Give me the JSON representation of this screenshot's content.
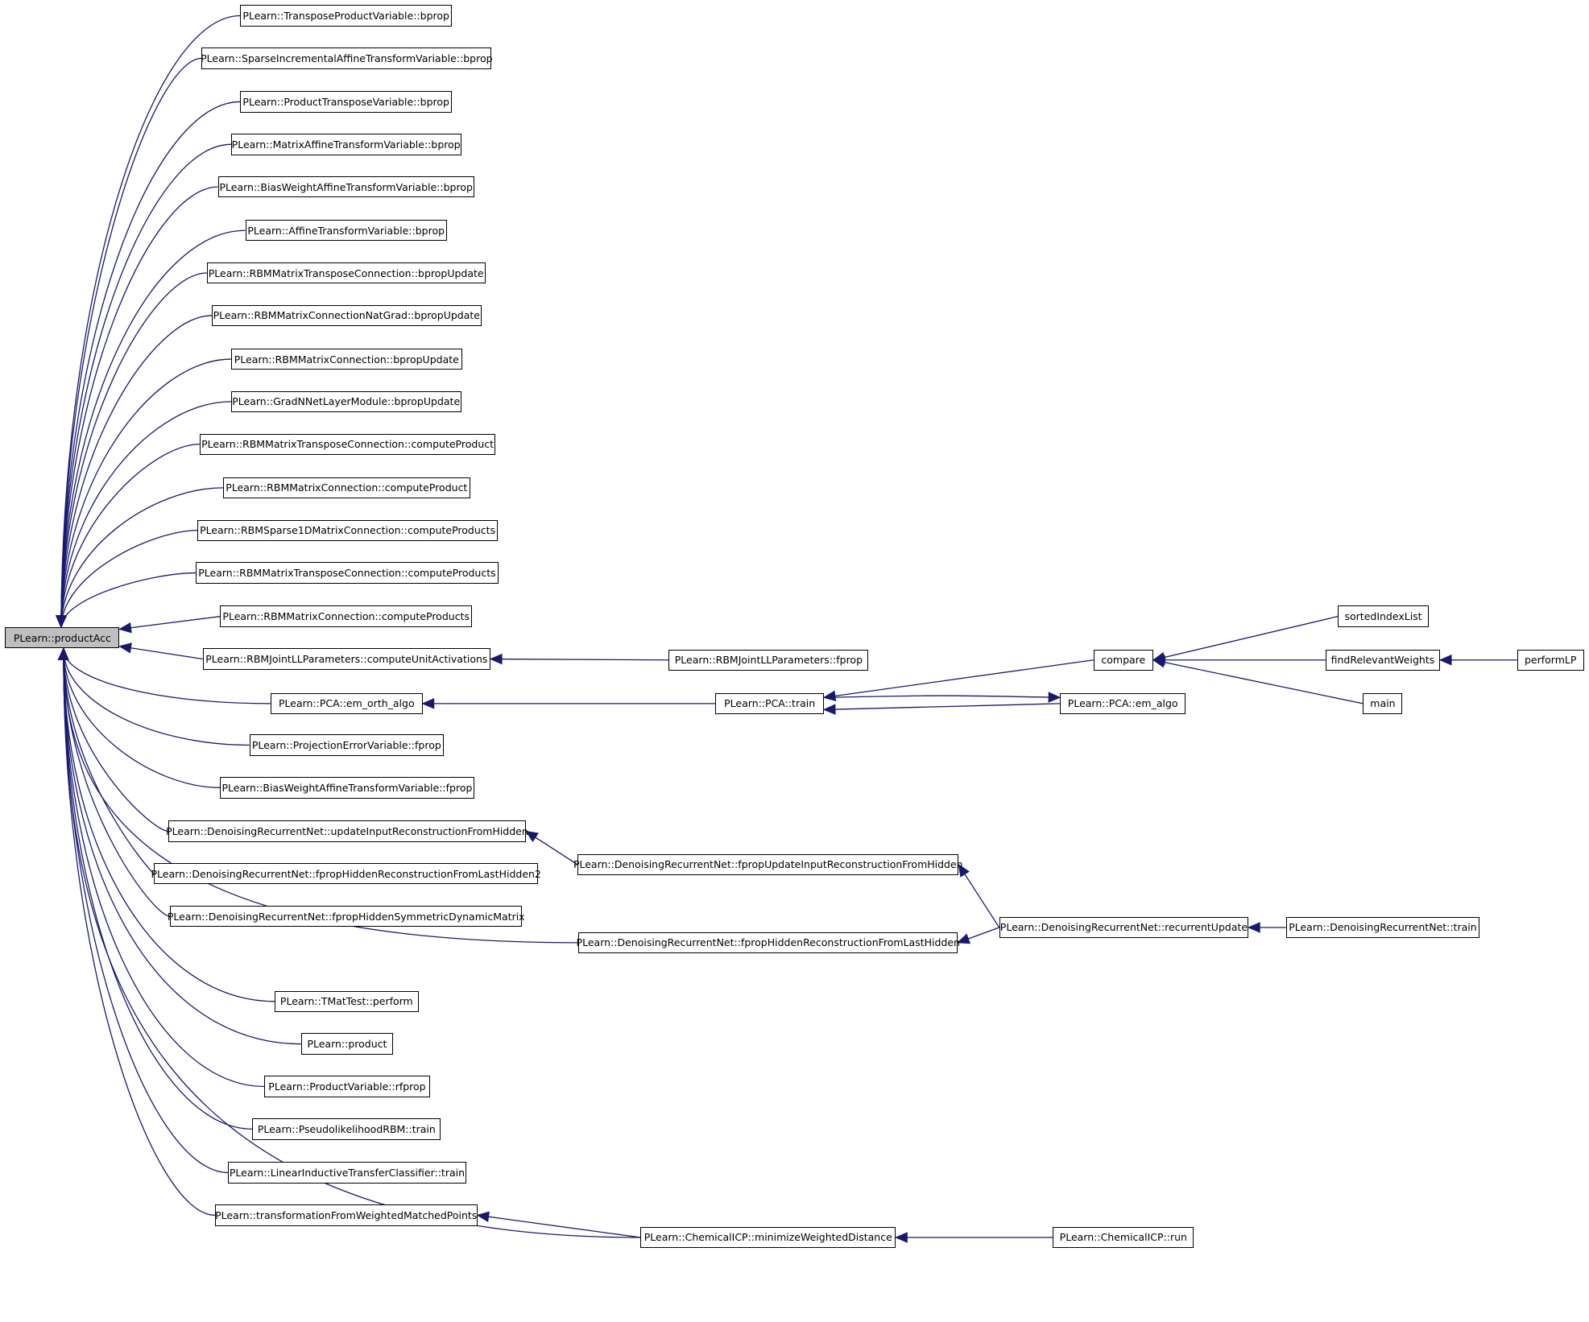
{
  "graph": {
    "root": "PLearn::productAcc",
    "colors": {
      "edge": "#191970",
      "node_border": "#000000",
      "root_fill": "#bfbfbf",
      "node_fill": "#ffffff"
    },
    "nodes": [
      {
        "id": "productAcc",
        "label": "PLearn::productAcc",
        "root": true
      },
      {
        "id": "n1",
        "label": "PLearn::TransposeProductVariable::bprop"
      },
      {
        "id": "n2",
        "label": "PLearn::SparseIncrementalAffineTransformVariable::bprop"
      },
      {
        "id": "n3",
        "label": "PLearn::ProductTransposeVariable::bprop"
      },
      {
        "id": "n4",
        "label": "PLearn::MatrixAffineTransformVariable::bprop"
      },
      {
        "id": "n5",
        "label": "PLearn::BiasWeightAffineTransformVariable::bprop"
      },
      {
        "id": "n6",
        "label": "PLearn::AffineTransformVariable::bprop"
      },
      {
        "id": "n7",
        "label": "PLearn::RBMMatrixTransposeConnection::bpropUpdate"
      },
      {
        "id": "n8",
        "label": "PLearn::RBMMatrixConnectionNatGrad::bpropUpdate"
      },
      {
        "id": "n9",
        "label": "PLearn::RBMMatrixConnection::bpropUpdate"
      },
      {
        "id": "n10",
        "label": "PLearn::GradNNetLayerModule::bpropUpdate"
      },
      {
        "id": "n11",
        "label": "PLearn::RBMMatrixTransposeConnection::computeProduct"
      },
      {
        "id": "n12",
        "label": "PLearn::RBMMatrixConnection::computeProduct"
      },
      {
        "id": "n13",
        "label": "PLearn::RBMSparse1DMatrixConnection::computeProducts"
      },
      {
        "id": "n14",
        "label": "PLearn::RBMMatrixTransposeConnection::computeProducts"
      },
      {
        "id": "n15",
        "label": "PLearn::RBMMatrixConnection::computeProducts"
      },
      {
        "id": "n16",
        "label": "PLearn::RBMJointLLParameters::computeUnitActivations"
      },
      {
        "id": "n17",
        "label": "PLearn::PCA::em_orth_algo"
      },
      {
        "id": "n18",
        "label": "PLearn::ProjectionErrorVariable::fprop"
      },
      {
        "id": "n19",
        "label": "PLearn::BiasWeightAffineTransformVariable::fprop"
      },
      {
        "id": "n20",
        "label": "PLearn::DenoisingRecurrentNet::updateInputReconstructionFromHidden"
      },
      {
        "id": "n21",
        "label": "PLearn::DenoisingRecurrentNet::fpropHiddenReconstructionFromLastHidden2"
      },
      {
        "id": "n22",
        "label": "PLearn::DenoisingRecurrentNet::fpropHiddenSymmetricDynamicMatrix"
      },
      {
        "id": "n23",
        "label": "PLearn::DenoisingRecurrentNet::fpropHiddenReconstructionFromLastHidden"
      },
      {
        "id": "n24",
        "label": "PLearn::TMatTest::perform"
      },
      {
        "id": "n25",
        "label": "PLearn::product"
      },
      {
        "id": "n26",
        "label": "PLearn::ProductVariable::rfprop"
      },
      {
        "id": "n27",
        "label": "PLearn::PseudolikelihoodRBM::train"
      },
      {
        "id": "n28",
        "label": "PLearn::LinearInductiveTransferClassifier::train"
      },
      {
        "id": "n29",
        "label": "PLearn::transformationFromWeightedMatchedPoints"
      },
      {
        "id": "n30",
        "label": "PLearn::ChemicalICP::minimizeWeightedDistance"
      },
      {
        "id": "n31",
        "label": "PLearn::RBMJointLLParameters::fprop"
      },
      {
        "id": "n32",
        "label": "PLearn::PCA::train"
      },
      {
        "id": "n33",
        "label": "compare"
      },
      {
        "id": "n34",
        "label": "PLearn::PCA::em_algo"
      },
      {
        "id": "n35",
        "label": "sortedIndexList"
      },
      {
        "id": "n36",
        "label": "findRelevantWeights"
      },
      {
        "id": "n37",
        "label": "main"
      },
      {
        "id": "n38",
        "label": "performLP"
      },
      {
        "id": "n39",
        "label": "PLearn::DenoisingRecurrentNet::fpropUpdateInputReconstructionFromHidden"
      },
      {
        "id": "n40",
        "label": "PLearn::DenoisingRecurrentNet::recurrentUpdate"
      },
      {
        "id": "n41",
        "label": "PLearn::DenoisingRecurrentNet::train"
      },
      {
        "id": "n42",
        "label": "PLearn::ChemicalICP::run"
      }
    ],
    "edges": [
      {
        "from": "n1",
        "to": "productAcc"
      },
      {
        "from": "n2",
        "to": "productAcc"
      },
      {
        "from": "n3",
        "to": "productAcc"
      },
      {
        "from": "n4",
        "to": "productAcc"
      },
      {
        "from": "n5",
        "to": "productAcc"
      },
      {
        "from": "n6",
        "to": "productAcc"
      },
      {
        "from": "n7",
        "to": "productAcc"
      },
      {
        "from": "n8",
        "to": "productAcc"
      },
      {
        "from": "n9",
        "to": "productAcc"
      },
      {
        "from": "n10",
        "to": "productAcc"
      },
      {
        "from": "n11",
        "to": "productAcc"
      },
      {
        "from": "n12",
        "to": "productAcc"
      },
      {
        "from": "n13",
        "to": "productAcc"
      },
      {
        "from": "n14",
        "to": "productAcc"
      },
      {
        "from": "n15",
        "to": "productAcc"
      },
      {
        "from": "n16",
        "to": "productAcc"
      },
      {
        "from": "n17",
        "to": "productAcc"
      },
      {
        "from": "n18",
        "to": "productAcc"
      },
      {
        "from": "n19",
        "to": "productAcc"
      },
      {
        "from": "n20",
        "to": "productAcc"
      },
      {
        "from": "n21",
        "to": "productAcc"
      },
      {
        "from": "n22",
        "to": "productAcc"
      },
      {
        "from": "n23",
        "to": "productAcc"
      },
      {
        "from": "n24",
        "to": "productAcc"
      },
      {
        "from": "n25",
        "to": "productAcc"
      },
      {
        "from": "n26",
        "to": "productAcc"
      },
      {
        "from": "n27",
        "to": "productAcc"
      },
      {
        "from": "n28",
        "to": "productAcc"
      },
      {
        "from": "n29",
        "to": "productAcc"
      },
      {
        "from": "n30",
        "to": "productAcc"
      },
      {
        "from": "n31",
        "to": "n16"
      },
      {
        "from": "n32",
        "to": "n17"
      },
      {
        "from": "n33",
        "to": "n32"
      },
      {
        "from": "n34",
        "to": "n32"
      },
      {
        "from": "n32",
        "to": "n34"
      },
      {
        "from": "n35",
        "to": "n33"
      },
      {
        "from": "n36",
        "to": "n33"
      },
      {
        "from": "n37",
        "to": "n33"
      },
      {
        "from": "n38",
        "to": "n36"
      },
      {
        "from": "n39",
        "to": "n20"
      },
      {
        "from": "n40",
        "to": "n39"
      },
      {
        "from": "n40",
        "to": "n23"
      },
      {
        "from": "n41",
        "to": "n40"
      },
      {
        "from": "n30",
        "to": "n29"
      },
      {
        "from": "n42",
        "to": "n30"
      }
    ]
  }
}
